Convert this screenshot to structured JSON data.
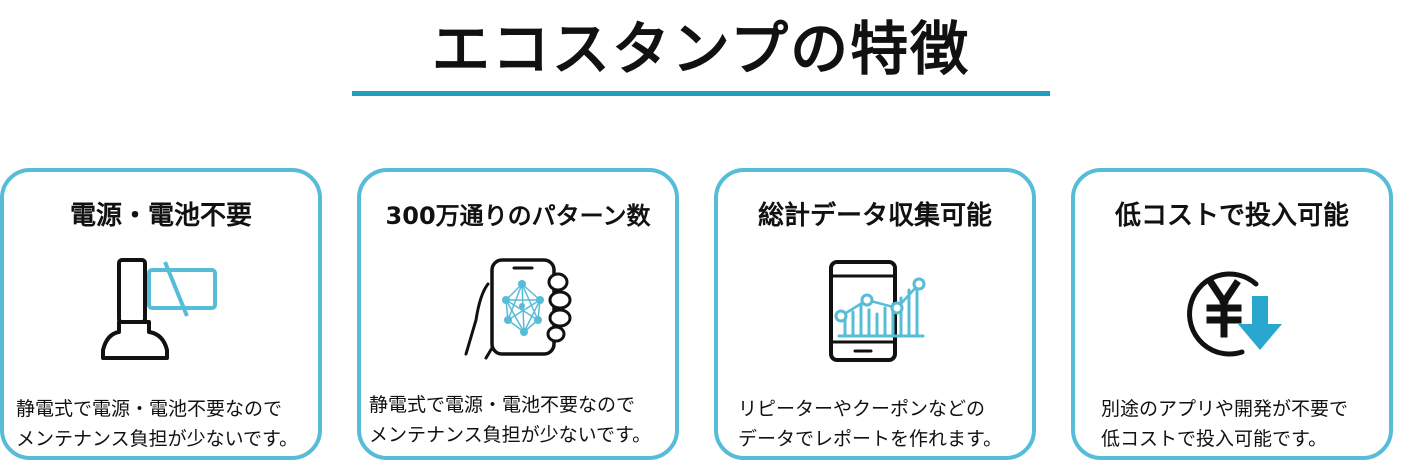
{
  "page": {
    "title": "エコスタンプの特徴"
  },
  "colors": {
    "accent": "#56bcd7",
    "underline": "#1f9fc0",
    "text": "#111111"
  },
  "cards": [
    {
      "title": "電源・電池不要",
      "icon": "stamp-no-battery-icon",
      "desc": [
        "静電式で電源・電池不要なので",
        "メンテナンス負担が少ないです。"
      ]
    },
    {
      "title": "300万通りのパターン数",
      "icon": "smartphone-network-icon",
      "desc": [
        "静電式で電源・電池不要なので",
        "メンテナンス負担が少ないです。"
      ]
    },
    {
      "title": "総計データ収集可能",
      "icon": "smartphone-chart-icon",
      "desc": [
        "リピーターやクーポンなどの",
        "データでレポートを作れます。"
      ]
    },
    {
      "title": "低コストで投入可能",
      "icon": "yen-down-icon",
      "desc": [
        "別途のアプリや開発が不要で",
        "低コストで投入可能です。"
      ]
    }
  ]
}
